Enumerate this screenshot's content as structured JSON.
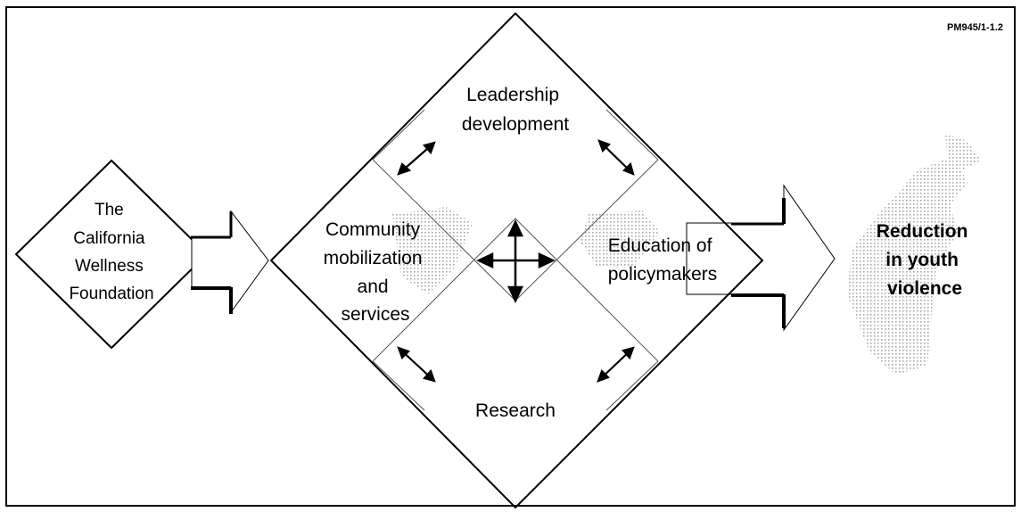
{
  "figure_code": "PM945/1-1.2",
  "source": {
    "lines": [
      "The",
      "California",
      "Wellness",
      "Foundation"
    ]
  },
  "strategies": {
    "top": {
      "lines": [
        "Leadership",
        "development"
      ]
    },
    "left": {
      "lines": [
        "Community",
        "mobilization",
        "and",
        "services"
      ]
    },
    "right": {
      "lines": [
        "Education of",
        "policymakers"
      ]
    },
    "bottom": {
      "lines": [
        "Research"
      ]
    }
  },
  "outcome": {
    "lines": [
      "Reduction",
      "in youth",
      "violence"
    ]
  },
  "colors": {
    "line": "#000000",
    "stipple": "#9a9a9a",
    "background": "#ffffff"
  }
}
